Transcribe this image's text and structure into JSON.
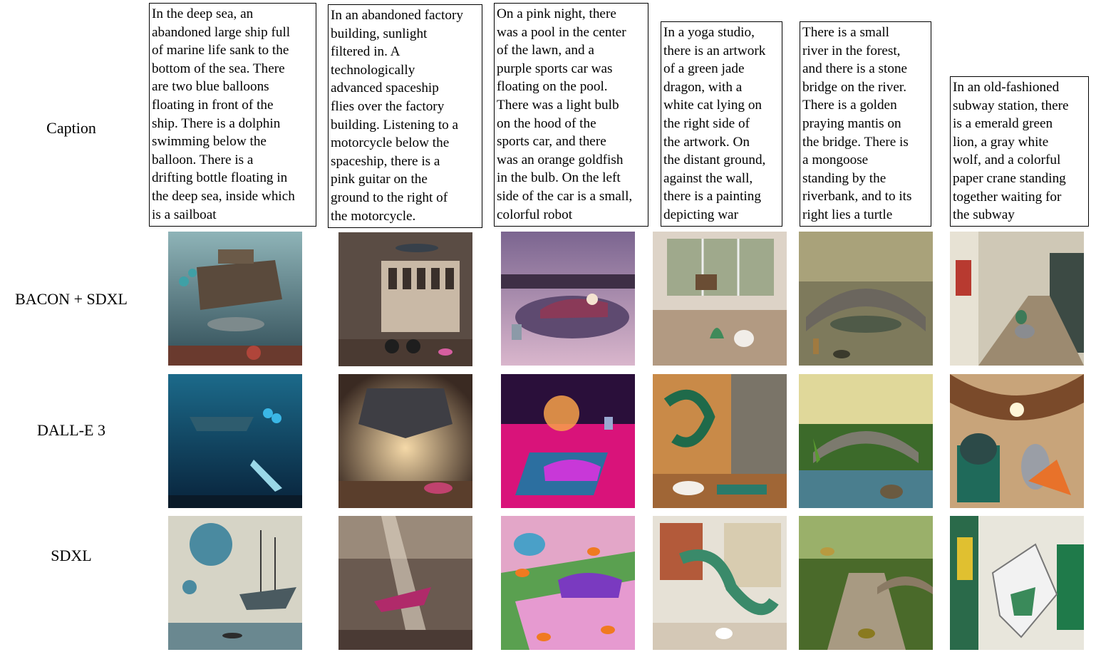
{
  "row_labels": {
    "caption": "Caption",
    "bacon": "BACON + SDXL",
    "dalle": "DALL-E 3",
    "sdxl": "SDXL"
  },
  "captions": [
    "In the deep sea, an\nabandoned large ship full\nof marine life sank to the\nbottom of the sea. There\nare two blue balloons\nfloating in front of the\nship. There is a dolphin\nswimming below the\nballoon. There is a\ndrifting bottle floating in\nthe deep sea, inside which\nis a sailboat",
    "In an abandoned factory\nbuilding, sunlight\nfiltered in. A\ntechnologically\nadvanced spaceship\nflies over the factory\nbuilding. Listening to a\nmotorcycle below the\nspaceship, there is a\npink guitar on the\nground to the right of\nthe motorcycle.",
    "On a pink night, there\nwas a pool in the center\nof the lawn, and a\npurple sports car was\nfloating on the pool.\nThere was a light bulb\non the hood of the\nsports car, and there\nwas an orange goldfish\nin the bulb. On the left\nside of the car is a small,\ncolorful robot",
    "In a yoga studio,\nthere is an artwork\nof a green jade\ndragon, with a\nwhite cat lying on\nthe right side of\nthe artwork. On\nthe distant ground,\nagainst the wall,\nthere is a painting\ndepicting war",
    "There is a small\nriver in the forest,\nand there is a stone\nbridge on the river.\nThere is a golden\npraying mantis on\nthe bridge. There is\na mongoose\nstanding by the\nriverbank, and to its\nright lies a turtle",
    "In an old-fashioned\nsubway station, there\nis a emerald green\nlion, a gray white\nwolf, and a colorful\npaper crane standing\ntogether waiting for\nthe subway"
  ]
}
